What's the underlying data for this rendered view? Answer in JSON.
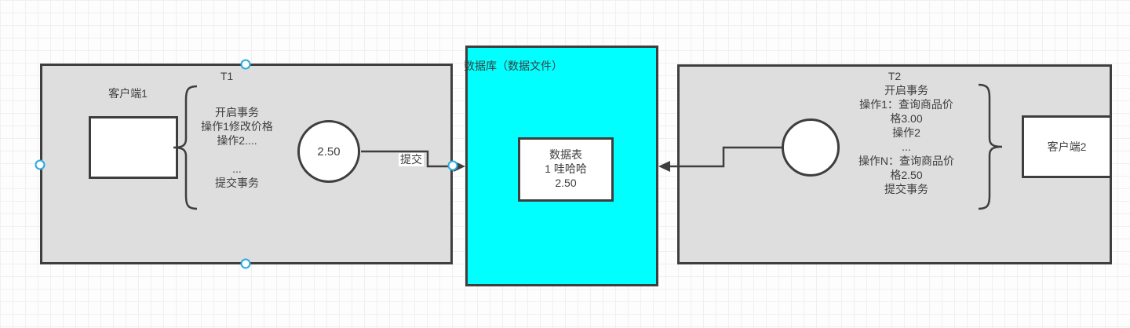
{
  "colors": {
    "shape_fill": "#dedede",
    "database_fill": "#00ffff",
    "stroke": "#3e3e3e",
    "selection_handle": "#29a9e1",
    "grid_line": "#f0f0f0",
    "background": "#fdfdfd"
  },
  "t1": {
    "title": "T1",
    "client_label": "客户端1",
    "steps": [
      "开启事务",
      "操作1修改价格",
      "操作2....",
      "",
      "...",
      "提交事务"
    ],
    "price_value": "2.50",
    "commit_label": "提交"
  },
  "database": {
    "title": "数据库（数据文件）",
    "table_lines": [
      "数据表",
      "1 哇哈哈",
      "2.50"
    ]
  },
  "t2": {
    "title": "T2",
    "steps": [
      "开启事务",
      "操作1：查询商品价",
      "格3.00",
      "操作2",
      "...",
      "操作N：查询商品价",
      "格2.50",
      "提交事务"
    ],
    "client_label": "客户端2"
  }
}
